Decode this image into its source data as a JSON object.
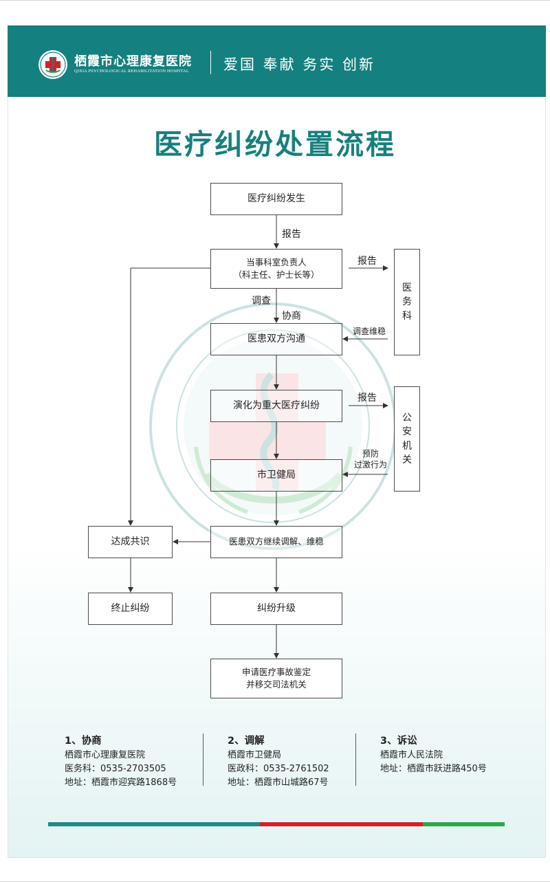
{
  "header": {
    "hospital_cn": "栖霞市心理康复医院",
    "hospital_en": "QIXIA PSYCHOLOGICAL REHABILITATION HOSPITAL",
    "slogan": "爱国 奉献 务实 创新",
    "bg_color": "#14807f"
  },
  "title": "医疗纠纷处置流程",
  "flow": {
    "nodes": {
      "occur": "医疗纠纷发生",
      "dept_l1": "当事科室负责人",
      "dept_l2": "（科主任、护士长等）",
      "comm": "医患双方沟通",
      "major": "演化为重大医疗纠纷",
      "health": "市卫健局",
      "continue": "医患双方继续调解、维稳",
      "consensus": "达成共识",
      "terminate": "终止纠纷",
      "upgrade": "纠纷升级",
      "apply_l1": "申请医疗事故鉴定",
      "apply_l2": "并移交司法机关",
      "medical_affairs": "医务科",
      "police": "公安机关"
    },
    "labels": {
      "report1": "报告",
      "report2": "报告",
      "report3": "报告",
      "investigate": "调查",
      "negotiate": "协商",
      "investigate_stabilize": "调查维稳",
      "prevent_l1": "预防",
      "prevent_l2": "过激行为"
    }
  },
  "contacts": [
    {
      "title": "1、协商",
      "line1": "栖霞市心理康复医院",
      "line2": "医务科：0535-2703505",
      "line3": "地址：栖霞市迎宾路1868号"
    },
    {
      "title": "2、调解",
      "line1": "栖霞市卫健局",
      "line2": "医政科：0535-2761502",
      "line3": "地址：栖霞市山城路67号"
    },
    {
      "title": "3、诉讼",
      "line1": "栖霞市人民法院",
      "line2": "地址：栖霞市跃进路450号"
    }
  ],
  "footer_bar_colors": [
    "#1b8a89",
    "#d6202a",
    "#2aa84a"
  ]
}
